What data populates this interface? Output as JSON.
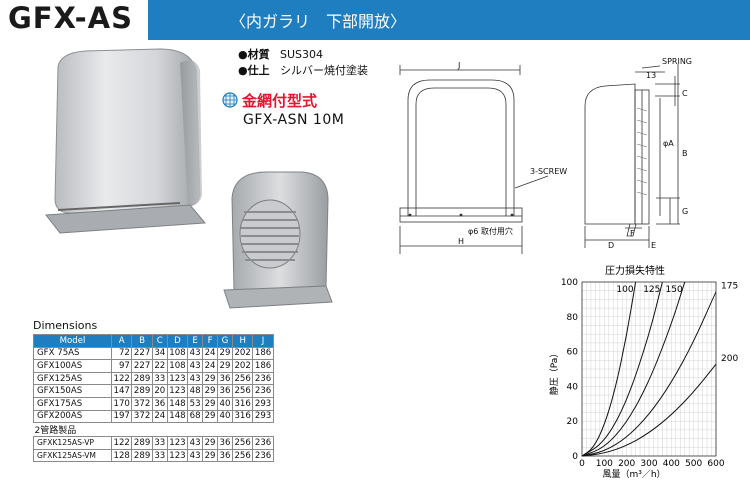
{
  "header": {
    "model_title": "GFX-AS",
    "subtitle": "〈内ガラリ　下部開放〉"
  },
  "specs": [
    {
      "key": "●材質",
      "value": "SUS304"
    },
    {
      "key": "●仕上",
      "value": "シルバー焼付塗装"
    }
  ],
  "mesh": {
    "label": "金網付型式",
    "model": "GFX-ASN 10M"
  },
  "drawing": {
    "front_labels": {
      "J": "J",
      "screw": "3-SCREW",
      "hole": "φ6 取付用穴",
      "H": "H"
    },
    "side_labels": {
      "dim13": "13",
      "spring": "SPRING",
      "C": "C",
      "A": "φA",
      "B": "B",
      "G": "G",
      "F": "F",
      "D": "D",
      "E": "E"
    }
  },
  "chart_data": {
    "type": "line",
    "title": "圧力損失特性",
    "xlabel": "風量（m³／h）",
    "ylabel": "静圧（Pa）",
    "xlim": [
      0,
      600
    ],
    "ylim": [
      0,
      100
    ],
    "xticks": [
      0,
      100,
      200,
      300,
      400,
      500,
      600
    ],
    "yticks": [
      0,
      20,
      40,
      60,
      80,
      100
    ],
    "grid": true,
    "series": [
      {
        "name": "100",
        "x": [
          0,
          50,
          100,
          150,
          200,
          240
        ],
        "y": [
          0,
          4.3,
          17.4,
          39,
          69.4,
          100
        ]
      },
      {
        "name": "125",
        "x": [
          0,
          100,
          200,
          300,
          360
        ],
        "y": [
          0,
          7.7,
          30.9,
          69.4,
          100
        ]
      },
      {
        "name": "150",
        "x": [
          0,
          100,
          200,
          300,
          400,
          460
        ],
        "y": [
          0,
          4.7,
          18.9,
          42.5,
          75.6,
          100
        ]
      },
      {
        "name": "175",
        "x": [
          0,
          100,
          200,
          300,
          400,
          500,
          600
        ],
        "y": [
          0,
          2.6,
          10.5,
          23.6,
          42,
          65.6,
          94.5
        ]
      },
      {
        "name": "200",
        "x": [
          0,
          100,
          200,
          300,
          400,
          500,
          600
        ],
        "y": [
          0,
          1.5,
          5.9,
          13.2,
          23.5,
          36.7,
          52.8
        ]
      }
    ]
  },
  "dimensions": {
    "title": "Dimensions",
    "columns": [
      "Model",
      "A",
      "B",
      "C",
      "D",
      "E",
      "F",
      "G",
      "H",
      "J"
    ],
    "rows": [
      [
        "GFX  75AS",
        "72",
        "227",
        "34",
        "108",
        "43",
        "24",
        "29",
        "202",
        "186"
      ],
      [
        "GFX100AS",
        "97",
        "227",
        "22",
        "108",
        "43",
        "24",
        "29",
        "202",
        "186"
      ],
      [
        "GFX125AS",
        "122",
        "289",
        "33",
        "123",
        "43",
        "29",
        "36",
        "256",
        "236"
      ],
      [
        "GFX150AS",
        "147",
        "289",
        "20",
        "123",
        "48",
        "29",
        "36",
        "256",
        "236"
      ],
      [
        "GFX175AS",
        "170",
        "372",
        "36",
        "148",
        "53",
        "29",
        "40",
        "316",
        "293"
      ],
      [
        "GFX200AS",
        "197",
        "372",
        "24",
        "148",
        "68",
        "29",
        "40",
        "316",
        "293"
      ]
    ],
    "subsection": "2管路製品",
    "rows2": [
      [
        "GFXK125AS-VP",
        "122",
        "289",
        "33",
        "123",
        "43",
        "29",
        "36",
        "256",
        "236"
      ],
      [
        "GFXK125AS-VM",
        "128",
        "289",
        "33",
        "123",
        "43",
        "29",
        "36",
        "256",
        "236"
      ]
    ]
  }
}
